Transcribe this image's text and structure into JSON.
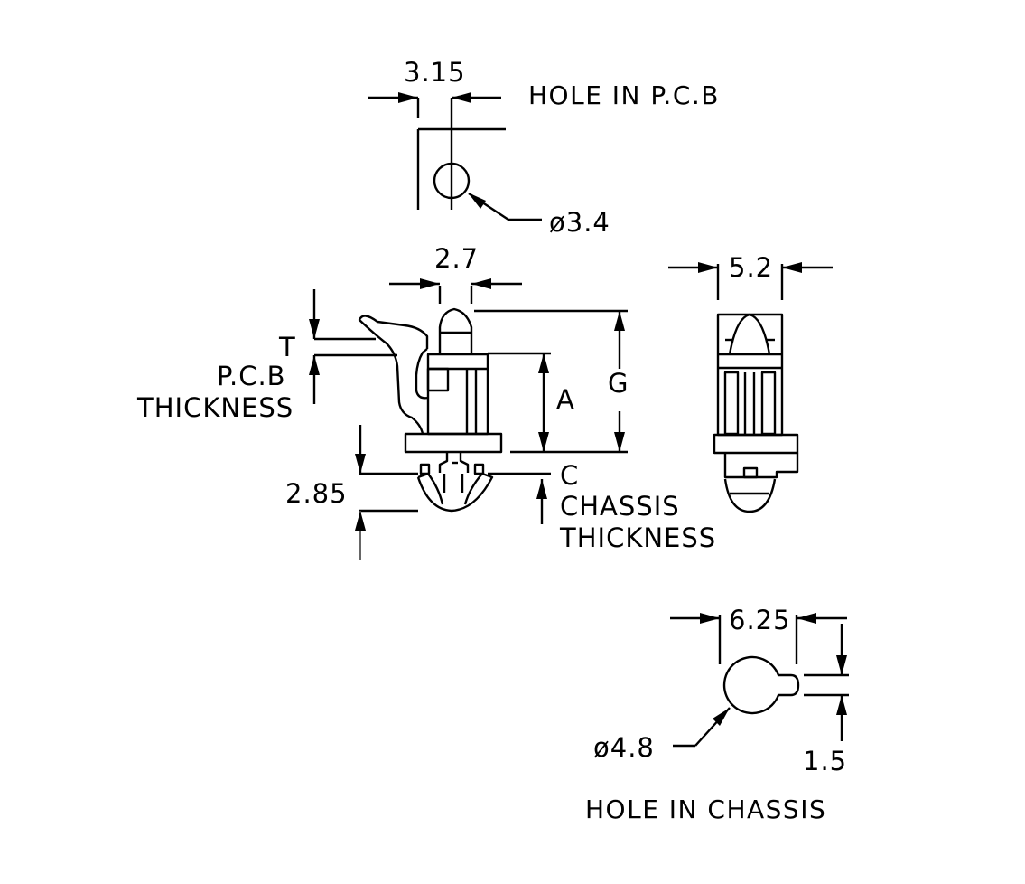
{
  "pcb_hole": {
    "width_label": "3.15",
    "title": "HOLE IN P.C.B",
    "diameter_label": "ø3.4"
  },
  "side_view": {
    "width_label": "2.7",
    "t_label": "T",
    "pcb_label_line1": "P.C.B",
    "pcb_label_line2": "THICKNESS",
    "a_label": "A",
    "g_label": "G",
    "c_label": "C",
    "chassis_label_line1": "CHASSIS",
    "chassis_label_line2": "THICKNESS",
    "height_label": "2.85"
  },
  "front_view": {
    "width_label": "5.2"
  },
  "chassis_hole": {
    "width_label": "6.25",
    "diameter_label": "ø4.8",
    "key_label": "1.5",
    "title": "HOLE IN CHASSIS"
  }
}
